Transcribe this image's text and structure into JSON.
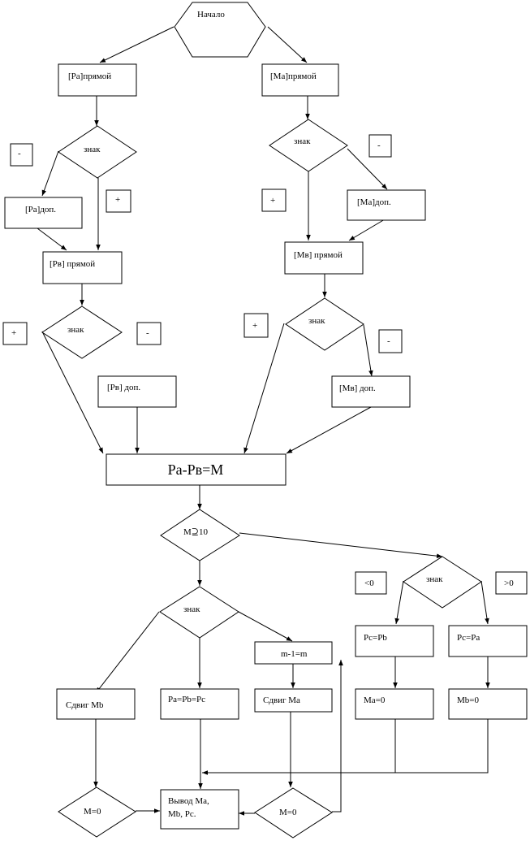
{
  "flowchart": {
    "start": "Начало",
    "pa_direct": "[Pa]прямой",
    "ma_direct": "[Ma]прямой",
    "sign": "знак",
    "minus": "-",
    "plus": "+",
    "pa_complement": "[Pa]доп.",
    "ma_complement": "[Ma]доп.",
    "pv_direct": "[Pв] прямой",
    "mv_direct": "[Mв] прямой",
    "pv_complement": "[Pв] доп.",
    "mv_complement": "[Mв] доп.",
    "subtract": "Pa-Pв=M",
    "m_check": "M⊇10",
    "less_zero": "<0",
    "greater_zero": ">0",
    "pc_pb": "Pc=Pb",
    "pc_pa": "Pc=Pa",
    "ma_zero": "Ma=0",
    "mb_zero": "Mb=0",
    "m_decrement": "m-1=m",
    "shift_mb": "Сдвиг Mb",
    "pa_pb_pc": "Pa=Pb=Pc",
    "shift_ma": "Сдвиг Ma",
    "m_zero": "M=0",
    "output_line1": "Вывод Ma,",
    "output_line2": "Mb, Pc."
  }
}
